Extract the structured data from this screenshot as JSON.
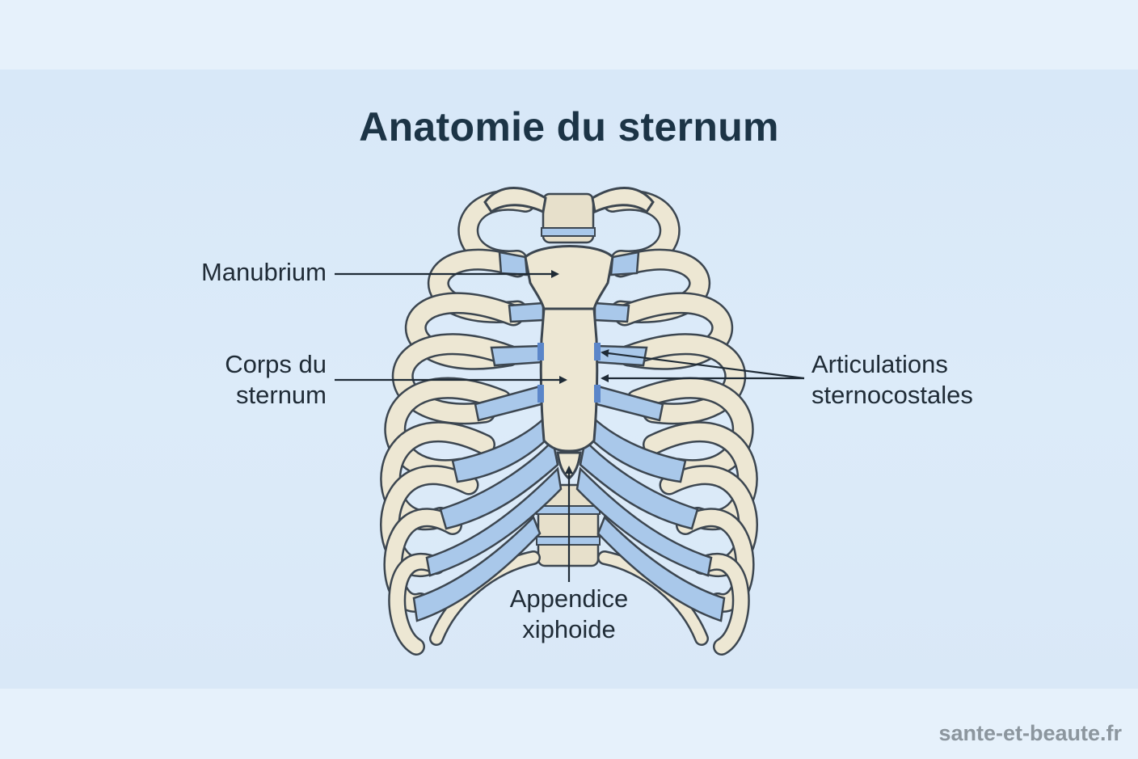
{
  "title": "Anatomie du sternum",
  "labels": {
    "manubrium": "Manubrium",
    "corps_line1": "Corps du",
    "corps_line2": "sternum",
    "articulations_line1": "Articulations",
    "articulations_line2": "sternocostales",
    "appendice_line1": "Appendice",
    "appendice_line2": "xiphoide"
  },
  "watermark": "sante-et-beaute.fr",
  "colors": {
    "bone": "#ede7d3",
    "bone_outline": "#3c4650",
    "cartilage": "#a9c8ea",
    "title": "#1c3446",
    "background": "#dbeaf8"
  }
}
